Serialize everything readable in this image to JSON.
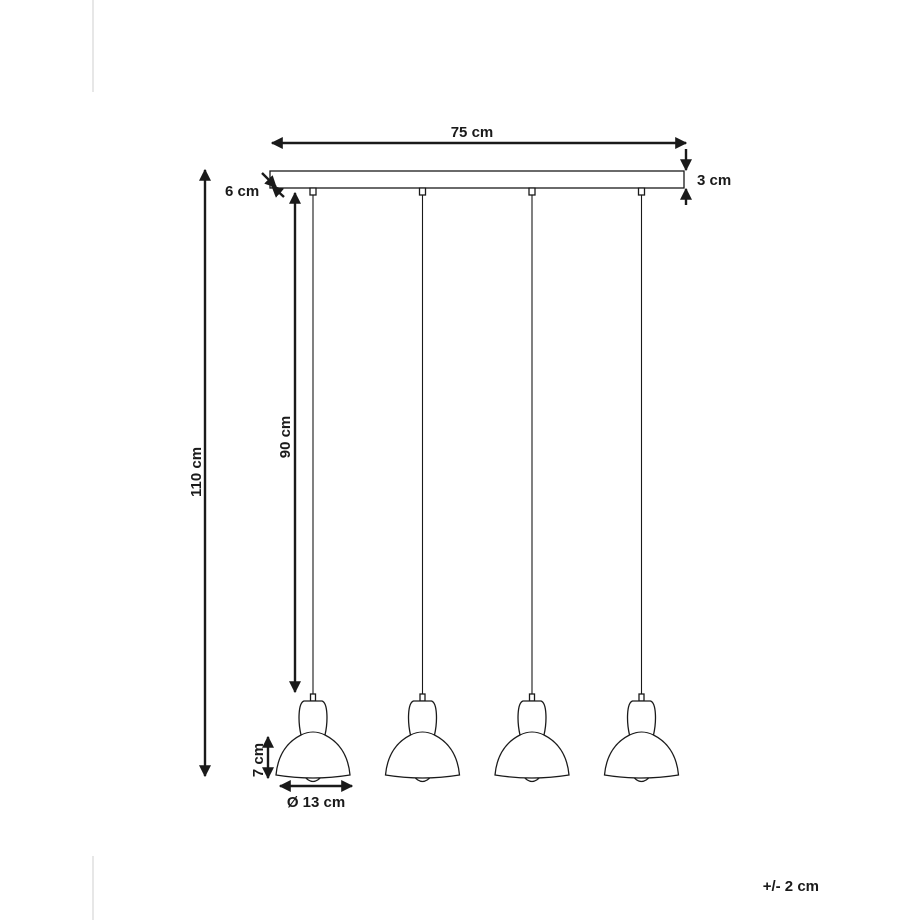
{
  "dimensions": {
    "width": "75 cm",
    "canopy_height": "3 cm",
    "canopy_depth": "6 cm",
    "total_height": "110 cm",
    "cable_length": "90 cm",
    "shade_height": "7 cm",
    "shade_diameter": "Ø 13 cm"
  },
  "tolerance": "+/- 2 cm",
  "lamp_count": 4
}
